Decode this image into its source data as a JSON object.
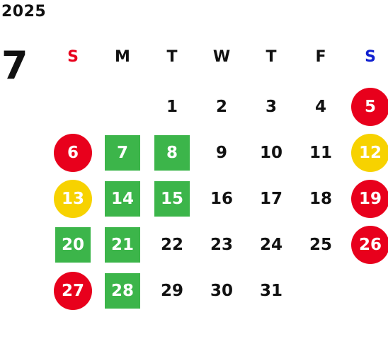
{
  "calendar": {
    "year": "2025",
    "month": "7",
    "weekdays": [
      {
        "label": "S",
        "color": "#e8001c"
      },
      {
        "label": "M",
        "color": "#111111"
      },
      {
        "label": "T",
        "color": "#111111"
      },
      {
        "label": "W",
        "color": "#111111"
      },
      {
        "label": "T",
        "color": "#111111"
      },
      {
        "label": "F",
        "color": "#111111"
      },
      {
        "label": "S",
        "color": "#1020d0"
      }
    ],
    "colors": {
      "red": "#e8001c",
      "yellow": "#f7d200",
      "green": "#3cb54a",
      "text": "#111111"
    },
    "weeks": [
      [
        null,
        null,
        {
          "label": "1",
          "style": "plain"
        },
        {
          "label": "2",
          "style": "plain"
        },
        {
          "label": "3",
          "style": "plain"
        },
        {
          "label": "4",
          "style": "plain"
        },
        {
          "label": "5",
          "style": "red-circle"
        }
      ],
      [
        {
          "label": "6",
          "style": "red-circle"
        },
        {
          "label": "7",
          "style": "green-square"
        },
        {
          "label": "8",
          "style": "green-square"
        },
        {
          "label": "9",
          "style": "plain"
        },
        {
          "label": "10",
          "style": "plain"
        },
        {
          "label": "11",
          "style": "plain"
        },
        {
          "label": "12",
          "style": "yellow-circle"
        }
      ],
      [
        {
          "label": "13",
          "style": "yellow-circle"
        },
        {
          "label": "14",
          "style": "green-square"
        },
        {
          "label": "15",
          "style": "green-square"
        },
        {
          "label": "16",
          "style": "plain"
        },
        {
          "label": "17",
          "style": "plain"
        },
        {
          "label": "18",
          "style": "plain"
        },
        {
          "label": "19",
          "style": "red-circle"
        }
      ],
      [
        {
          "label": "20",
          "style": "green-square"
        },
        {
          "label": "21",
          "style": "green-square"
        },
        {
          "label": "22",
          "style": "plain"
        },
        {
          "label": "23",
          "style": "plain"
        },
        {
          "label": "24",
          "style": "plain"
        },
        {
          "label": "25",
          "style": "plain"
        },
        {
          "label": "26",
          "style": "red-circle"
        }
      ],
      [
        {
          "label": "27",
          "style": "red-circle"
        },
        {
          "label": "28",
          "style": "green-square"
        },
        {
          "label": "29",
          "style": "plain"
        },
        {
          "label": "30",
          "style": "plain"
        },
        {
          "label": "31",
          "style": "plain"
        },
        null,
        null
      ]
    ]
  }
}
